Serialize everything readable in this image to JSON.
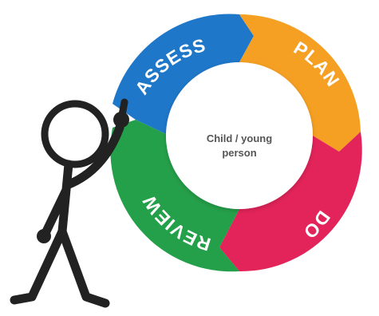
{
  "cycle": {
    "segments": [
      {
        "id": "assess",
        "label": "ASSESS",
        "color": "#1f77c9"
      },
      {
        "id": "plan",
        "label": "PLAN",
        "color": "#f5a023"
      },
      {
        "id": "do",
        "label": "DO",
        "color": "#e3245a"
      },
      {
        "id": "review",
        "label": "REVIEW",
        "color": "#25a04a"
      }
    ],
    "center": {
      "line1": "Child / young",
      "line2": "person"
    }
  },
  "figure": {
    "icon": "stick-figure-pointing-icon",
    "color": "#222222"
  }
}
